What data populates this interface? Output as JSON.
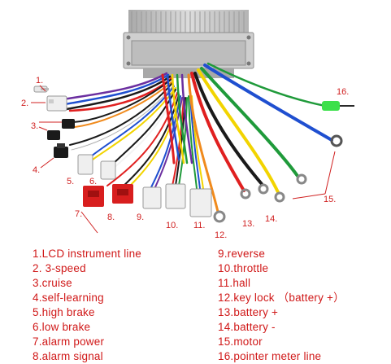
{
  "callouts": [
    "1.",
    "2.",
    "3.",
    "4.",
    "5.",
    "6.",
    "7.",
    "8.",
    "9.",
    "10.",
    "11.",
    "12.",
    "13.",
    "14.",
    "15.",
    "16."
  ],
  "legend_left": [
    "1.LCD instrument line",
    "2. 3-speed",
    "3.cruise",
    "4.self-learning",
    "5.high brake",
    "6.low brake",
    "7.alarm power",
    "8.alarm signal"
  ],
  "legend_right": [
    "9.reverse",
    "10.throttle",
    "11.hall",
    "12.key lock （battery +）",
    "13.battery +",
    "14.battery -",
    "15.motor",
    "16.pointer meter line"
  ],
  "colors": {
    "label_red": "#d01818",
    "controller_body": "#c8c8c8",
    "wire_red": "#e02020",
    "wire_yellow": "#f2d400",
    "wire_green": "#1f9a3a",
    "wire_blue": "#1f4fd0",
    "wire_black": "#1a1a1a",
    "wire_purple": "#6b2fa0",
    "wire_orange": "#f08a1c",
    "wire_white": "#f4f4f4",
    "connector_white": "#efefef",
    "connector_red": "#d81e1e",
    "connector_black": "#1a1a1a",
    "indicator_green": "#3ce04a"
  }
}
